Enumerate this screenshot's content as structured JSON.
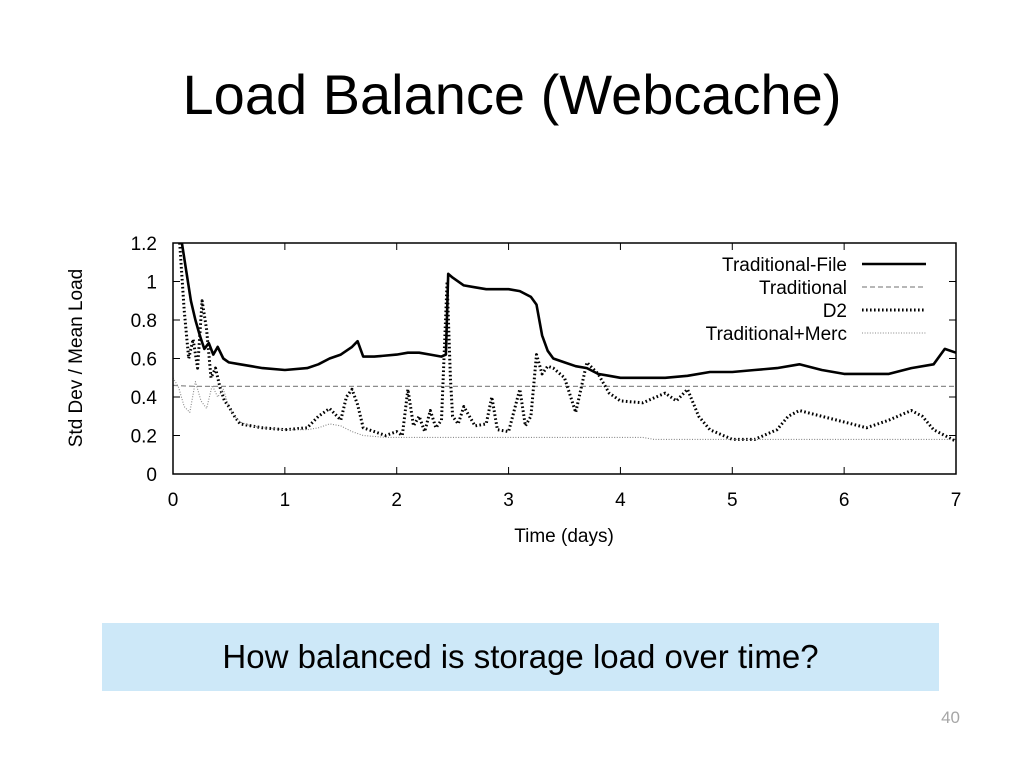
{
  "slide": {
    "title": "Load Balance (Webcache)",
    "callout": "How balanced is storage load over time?",
    "page_number": "40"
  },
  "colors": {
    "callout_bg": "#cde8f8",
    "series_color": "#000000",
    "baseline_color": "#8c8c8c"
  },
  "chart_data": {
    "type": "line",
    "title": "",
    "xlabel": "Time (days)",
    "ylabel": "Std Dev / Mean Load",
    "xlim": [
      0,
      7
    ],
    "ylim": [
      0,
      1.2
    ],
    "xticks": [
      0,
      1,
      2,
      3,
      4,
      5,
      6,
      7
    ],
    "yticks": [
      0,
      0.2,
      0.4,
      0.6,
      0.8,
      1,
      1.2
    ],
    "ytick_labels": [
      "0",
      "0.2",
      "0.4",
      "0.6",
      "0.8",
      "1",
      "1.2"
    ],
    "grid": false,
    "legend_position": "top-right",
    "series": [
      {
        "name": "Traditional-File",
        "style": "solid-thick",
        "x": [
          0.08,
          0.12,
          0.16,
          0.2,
          0.24,
          0.28,
          0.32,
          0.36,
          0.4,
          0.45,
          0.5,
          0.6,
          0.7,
          0.8,
          1.0,
          1.2,
          1.3,
          1.4,
          1.5,
          1.6,
          1.65,
          1.7,
          1.8,
          2.0,
          2.1,
          2.2,
          2.3,
          2.4,
          2.44,
          2.46,
          2.5,
          2.6,
          2.7,
          2.8,
          3.0,
          3.1,
          3.2,
          3.25,
          3.3,
          3.35,
          3.4,
          3.5,
          3.6,
          3.7,
          3.8,
          3.9,
          4.0,
          4.2,
          4.4,
          4.6,
          4.8,
          5.0,
          5.2,
          5.4,
          5.6,
          5.8,
          6.0,
          6.2,
          6.4,
          6.6,
          6.8,
          6.9,
          7.0
        ],
        "y": [
          1.2,
          1.05,
          0.9,
          0.8,
          0.72,
          0.65,
          0.68,
          0.62,
          0.66,
          0.6,
          0.58,
          0.57,
          0.56,
          0.55,
          0.54,
          0.55,
          0.57,
          0.6,
          0.62,
          0.66,
          0.69,
          0.61,
          0.61,
          0.62,
          0.63,
          0.63,
          0.62,
          0.61,
          0.62,
          1.04,
          1.02,
          0.98,
          0.97,
          0.96,
          0.96,
          0.95,
          0.92,
          0.88,
          0.72,
          0.64,
          0.6,
          0.58,
          0.56,
          0.55,
          0.52,
          0.51,
          0.5,
          0.5,
          0.5,
          0.51,
          0.53,
          0.53,
          0.54,
          0.55,
          0.57,
          0.54,
          0.52,
          0.52,
          0.52,
          0.55,
          0.57,
          0.65,
          0.63
        ]
      },
      {
        "name": "Traditional",
        "style": "dashed",
        "x": [
          0,
          0.2,
          0.6,
          1.0,
          2.0,
          3.0,
          4.0,
          5.0,
          6.0,
          7.0
        ],
        "y": [
          0.46,
          0.455,
          0.455,
          0.455,
          0.455,
          0.455,
          0.455,
          0.455,
          0.455,
          0.455
        ]
      },
      {
        "name": "D2",
        "style": "dotted-thick",
        "x": [
          0.06,
          0.1,
          0.14,
          0.18,
          0.22,
          0.26,
          0.3,
          0.34,
          0.38,
          0.42,
          0.46,
          0.5,
          0.55,
          0.6,
          0.7,
          0.8,
          1.0,
          1.2,
          1.3,
          1.4,
          1.5,
          1.55,
          1.6,
          1.65,
          1.7,
          1.8,
          1.9,
          2.0,
          2.05,
          2.1,
          2.15,
          2.2,
          2.25,
          2.3,
          2.35,
          2.4,
          2.45,
          2.48,
          2.5,
          2.55,
          2.6,
          2.7,
          2.8,
          2.85,
          2.9,
          3.0,
          3.1,
          3.15,
          3.2,
          3.25,
          3.3,
          3.35,
          3.4,
          3.5,
          3.6,
          3.7,
          3.8,
          3.9,
          4.0,
          4.2,
          4.4,
          4.5,
          4.6,
          4.7,
          4.8,
          5.0,
          5.2,
          5.4,
          5.5,
          5.6,
          5.8,
          6.0,
          6.2,
          6.4,
          6.6,
          6.7,
          6.8,
          6.9,
          7.0
        ],
        "y": [
          1.2,
          0.85,
          0.6,
          0.7,
          0.55,
          0.9,
          0.75,
          0.5,
          0.55,
          0.45,
          0.38,
          0.35,
          0.3,
          0.26,
          0.25,
          0.24,
          0.23,
          0.24,
          0.3,
          0.34,
          0.28,
          0.4,
          0.44,
          0.36,
          0.24,
          0.22,
          0.2,
          0.22,
          0.2,
          0.44,
          0.25,
          0.3,
          0.22,
          0.33,
          0.24,
          0.28,
          1.0,
          0.5,
          0.3,
          0.26,
          0.35,
          0.25,
          0.26,
          0.4,
          0.23,
          0.22,
          0.44,
          0.25,
          0.3,
          0.62,
          0.52,
          0.56,
          0.55,
          0.5,
          0.32,
          0.58,
          0.52,
          0.42,
          0.38,
          0.37,
          0.42,
          0.38,
          0.44,
          0.3,
          0.23,
          0.18,
          0.18,
          0.23,
          0.3,
          0.33,
          0.3,
          0.27,
          0.24,
          0.28,
          0.33,
          0.3,
          0.23,
          0.2,
          0.17
        ]
      },
      {
        "name": "Traditional+Merc",
        "style": "dotted-thin",
        "x": [
          0,
          0.05,
          0.1,
          0.15,
          0.2,
          0.25,
          0.3,
          0.35,
          0.4,
          0.45,
          0.5,
          0.55,
          0.6,
          0.7,
          0.8,
          1.0,
          1.2,
          1.3,
          1.4,
          1.5,
          1.6,
          1.7,
          1.9,
          2.0,
          2.5,
          3.0,
          3.5,
          4.0,
          4.2,
          4.3,
          4.5,
          5.0,
          5.5,
          6.0,
          6.5,
          7.0
        ],
        "y": [
          0.5,
          0.45,
          0.35,
          0.32,
          0.48,
          0.38,
          0.34,
          0.46,
          0.4,
          0.44,
          0.35,
          0.3,
          0.27,
          0.25,
          0.24,
          0.23,
          0.23,
          0.24,
          0.26,
          0.25,
          0.22,
          0.2,
          0.19,
          0.19,
          0.19,
          0.19,
          0.19,
          0.19,
          0.19,
          0.18,
          0.18,
          0.18,
          0.18,
          0.18,
          0.18,
          0.18
        ]
      }
    ]
  }
}
